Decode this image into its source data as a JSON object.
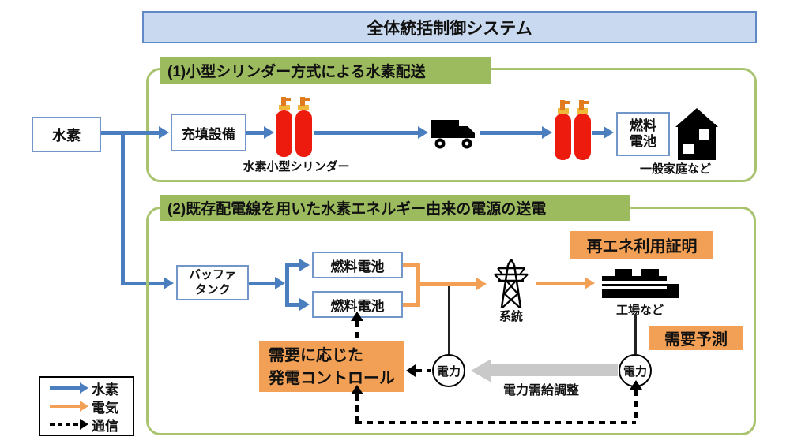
{
  "palette": {
    "hydrogen_blue": "#4A7EBF",
    "electricity_orange": "#F2A055",
    "green_header": "#9CBB5F",
    "green_panel_border": "#A9C36E",
    "title_fill": "#C9D9EF",
    "title_border": "#6189C7",
    "white_box_border": "#7296C8",
    "cylinder_red": "#EC1B0E",
    "gray_arrow": "#C9C9C9"
  },
  "title": "全体統括制御システム",
  "section1": {
    "header": "(1)小型シリンダー方式による水素配送",
    "hydrogen_source": "水素",
    "filling_equipment": "充填設備",
    "cylinder_label": "水素小型シリンダー",
    "fuel_cell": "燃料\n電池",
    "household_label": "一般家庭など",
    "icons": [
      "gas-cylinder-icon",
      "truck-icon",
      "gas-cylinder-icon",
      "house-icon"
    ]
  },
  "section2": {
    "header": "(2)既存配電線を用いた水素エネルギー由来の電源の送電",
    "buffer_tank": "バッファ\nタンク",
    "fuel_cell_1": "燃料電池",
    "fuel_cell_2": "燃料電池",
    "grid_label": "系統",
    "factory_label": "工場など",
    "renewable_cert": "再エネ利用証明",
    "demand_forecast": "需要予測",
    "generation_control": "需要に応じた\n発電コントロール",
    "power_left": "電力",
    "power_right": "電力",
    "supply_demand_label": "電力需給調整",
    "icons": [
      "transmission-tower-icon",
      "factory-icon"
    ]
  },
  "legend": {
    "hydrogen": "水素",
    "electricity": "電気",
    "communication": "通信"
  }
}
